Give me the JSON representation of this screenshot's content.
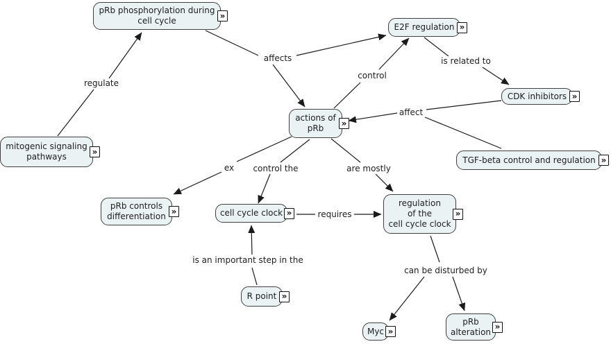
{
  "style": {
    "node_fill": "#eaf2f4",
    "node_border": "#3f3f3f",
    "line_color": "#1b1b1b",
    "canvas_bg": "#ffffff",
    "text_color": "#1d1d1d"
  },
  "icon": {
    "glyph": "»",
    "meaning": "linked-resources"
  },
  "nodes": [
    {
      "id": "prb-phosphorylation",
      "label": "pRb phosphorylation during\ncell cycle"
    },
    {
      "id": "e2f-regulation",
      "label": "E2F regulation"
    },
    {
      "id": "cdk-inhibitors",
      "label": "CDK inhibitors"
    },
    {
      "id": "mitogenic-signaling-pathways",
      "label": "mitogenic signaling\npathways"
    },
    {
      "id": "actions-of-prb",
      "label": "actions of\npRb"
    },
    {
      "id": "tgf-beta-control-and-regulation",
      "label": "TGF-beta control and regulation"
    },
    {
      "id": "prb-controls-differentiation",
      "label": "pRb controls\ndifferentiation"
    },
    {
      "id": "cell-cycle-clock",
      "label": "cell cycle clock"
    },
    {
      "id": "regulation-of-the-cell-cycle-clock",
      "label": "regulation\nof the\ncell cycle clock"
    },
    {
      "id": "r-point",
      "label": "R point"
    },
    {
      "id": "myc",
      "label": "Myc"
    },
    {
      "id": "prb-alteration",
      "label": "pRb\nalteration"
    }
  ],
  "linking_phrases": [
    {
      "id": "regulate",
      "label": "regulate"
    },
    {
      "id": "affects",
      "label": "affects"
    },
    {
      "id": "control",
      "label": "control"
    },
    {
      "id": "is-related-to",
      "label": "is related to"
    },
    {
      "id": "affect",
      "label": "affect"
    },
    {
      "id": "ex",
      "label": "ex"
    },
    {
      "id": "control-the",
      "label": "control the"
    },
    {
      "id": "are-mostly",
      "label": "are mostly"
    },
    {
      "id": "requires",
      "label": "requires"
    },
    {
      "id": "is-an-important-step-in-the",
      "label": "is an important step in the"
    },
    {
      "id": "can-be-disturbed-by",
      "label": "can be disturbed by"
    }
  ],
  "edges": [
    {
      "from": "mitogenic signaling pathways",
      "phrase": "regulate",
      "to": "pRb phosphorylation during cell cycle"
    },
    {
      "from": "pRb phosphorylation during cell cycle",
      "phrase": "affects",
      "to": "E2F regulation"
    },
    {
      "from": "pRb phosphorylation during cell cycle",
      "phrase": "affects",
      "to": "actions of pRb"
    },
    {
      "from": "actions of pRb",
      "phrase": "control",
      "to": "E2F regulation"
    },
    {
      "from": "E2F regulation",
      "phrase": "is related to",
      "to": "CDK inhibitors"
    },
    {
      "from": "CDK inhibitors",
      "phrase": "affect",
      "to": "actions of pRb"
    },
    {
      "from": "TGF-beta control and regulation",
      "phrase": "affect",
      "to": "actions of pRb"
    },
    {
      "from": "actions of pRb",
      "phrase": "ex",
      "to": "pRb controls differentiation"
    },
    {
      "from": "actions of pRb",
      "phrase": "control the",
      "to": "cell cycle clock"
    },
    {
      "from": "actions of pRb",
      "phrase": "are mostly",
      "to": "regulation of the cell cycle clock"
    },
    {
      "from": "cell cycle clock",
      "phrase": "requires",
      "to": "regulation of the cell cycle clock"
    },
    {
      "from": "R point",
      "phrase": "is an important step in the",
      "to": "cell cycle clock"
    },
    {
      "from": "regulation of the cell cycle clock",
      "phrase": "can be disturbed by",
      "to": "Myc"
    },
    {
      "from": "regulation of the cell cycle clock",
      "phrase": "can be disturbed by",
      "to": "pRb alteration"
    }
  ]
}
